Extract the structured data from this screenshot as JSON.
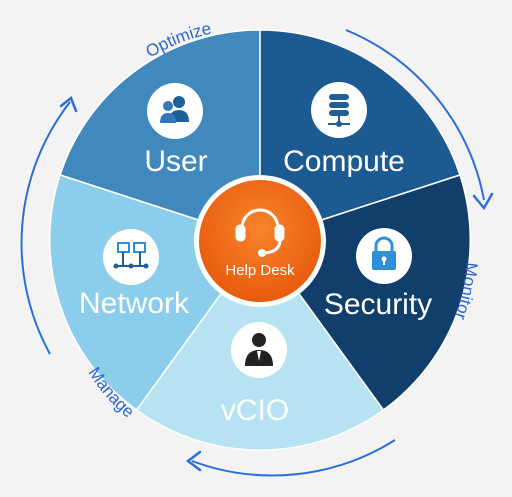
{
  "hub": {
    "label": "Help Desk",
    "icon": "headset-icon",
    "color": "#f36a10"
  },
  "segments": [
    {
      "label": "User",
      "icon": "users-icon",
      "color": "#4189bd"
    },
    {
      "label": "Compute",
      "icon": "database-icon",
      "color": "#1d5a91"
    },
    {
      "label": "Security",
      "icon": "lock-icon",
      "color": "#123e6b"
    },
    {
      "label": "vCIO",
      "icon": "person-icon",
      "color": "#b7e2f1"
    },
    {
      "label": "Network",
      "icon": "network-icon",
      "color": "#8dcdec"
    }
  ],
  "cycle": {
    "optimize": "Optimize",
    "monitor": "Monitor",
    "manage": "Manage",
    "arrow_color": "#2b6fd6"
  }
}
